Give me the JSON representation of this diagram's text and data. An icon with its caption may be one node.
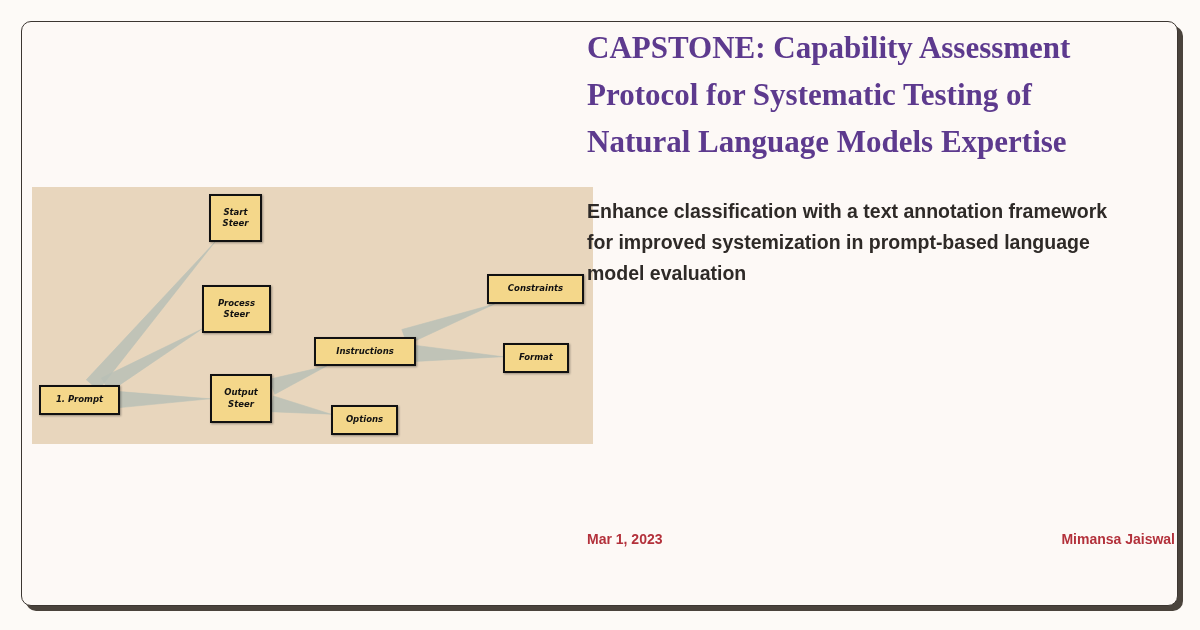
{
  "diagram": {
    "title": "CAPSTONE: Capability Assessment Protocol for Systematic Testing of Natural Language Models Expertise",
    "nodes": [
      {
        "text": [
          "Start Steer"
        ]
      },
      {
        "text": [
          "Process Steer"
        ]
      },
      {
        "text": [
          "Constraints"
        ]
      },
      {
        "text": [
          "Instructions"
        ]
      },
      {
        "text": [
          "Format"
        ]
      },
      {
        "text": [
          "1. Prompt"
        ]
      },
      {
        "text": [
          "Output Steer"
        ]
      },
      {
        "text": [
          "Options"
        ]
      }
    ],
    "edges": [
      {
        "from": 5,
        "to": 0,
        "arrow": "none"
      },
      {
        "from": 5,
        "to": 1,
        "arrow": "none"
      },
      {
        "from": 5,
        "to": 6,
        "arrow": "none"
      },
      {
        "from": 6,
        "to": 3,
        "arrow": "none"
      },
      {
        "from": 6,
        "to": 7,
        "arrow": "none"
      },
      {
        "from": 3,
        "to": 2,
        "arrow": "none"
      },
      {
        "from": 3,
        "to": 4,
        "arrow": "none"
      }
    ],
    "labels": [
      "Enhance classification with a text annotation framework for improved systemization in prompt-based language model evaluation",
      "Mar 1, 2023",
      "Mimansa Jaiswal"
    ]
  }
}
